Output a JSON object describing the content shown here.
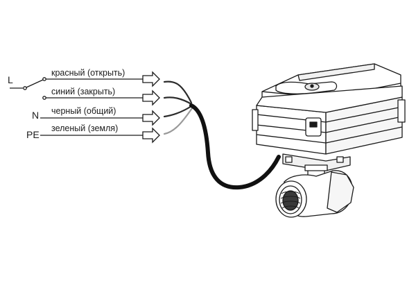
{
  "terminals": {
    "line": "L",
    "neutral": "N",
    "earth": "PE"
  },
  "wires": [
    {
      "label": "красный (открыть)",
      "color": "#2b2b2b"
    },
    {
      "label": "синий (закрыть)",
      "color": "#2b2b2b"
    },
    {
      "label": "черный (общий)",
      "color": "#2b2b2b"
    },
    {
      "label": "зеленый (земля)",
      "color": "#9a9a9a"
    }
  ],
  "colors": {
    "line": "#1a1a1a",
    "cable": "#111111",
    "body_fill": "#ffffff",
    "body_shade": "#f1f1f1"
  }
}
